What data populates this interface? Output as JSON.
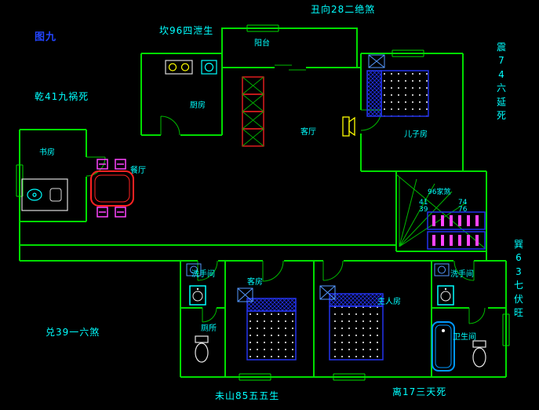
{
  "palette": {
    "background": "#000000",
    "wall_green": "#00dd00",
    "label_cyan": "#00ffff",
    "figure_blue": "#2244ff",
    "bed_blue": "#2233ee",
    "table_red": "#ff2222",
    "chair_magenta": "#ff44ff",
    "tv_yellow": "#ffff00",
    "fixture_white": "#e8e8e8"
  },
  "figure_caption": "图九",
  "annotations": {
    "top": "丑向28二绝煞",
    "kan": "坎96四泄生",
    "qian": "乾41九祸死",
    "dui": "兑39一六煞",
    "zhen_vertical": "震\n7\n4\n六\n延\n死",
    "xun_vertical": "巽\n6\n3\n七\n伏\n旺",
    "bottom_left": "未山85五五生",
    "bottom_right": "离17三天死"
  },
  "rooms": {
    "balcony": "阳台",
    "kitchen": "厨房",
    "living": "客厅",
    "son": "儿子房",
    "study": "书房",
    "dining": "餐厅",
    "washroom_left": "洗手间",
    "guest": "客房",
    "master": "主人房",
    "washroom_right": "洗手间",
    "toilet": "厕所",
    "bathroom": "卫生间"
  },
  "stairs": {
    "caption": "96家煞",
    "n_top_left": "41",
    "n_top_right": "74",
    "n_bottom_left": "39",
    "n_bottom_right": "76"
  }
}
